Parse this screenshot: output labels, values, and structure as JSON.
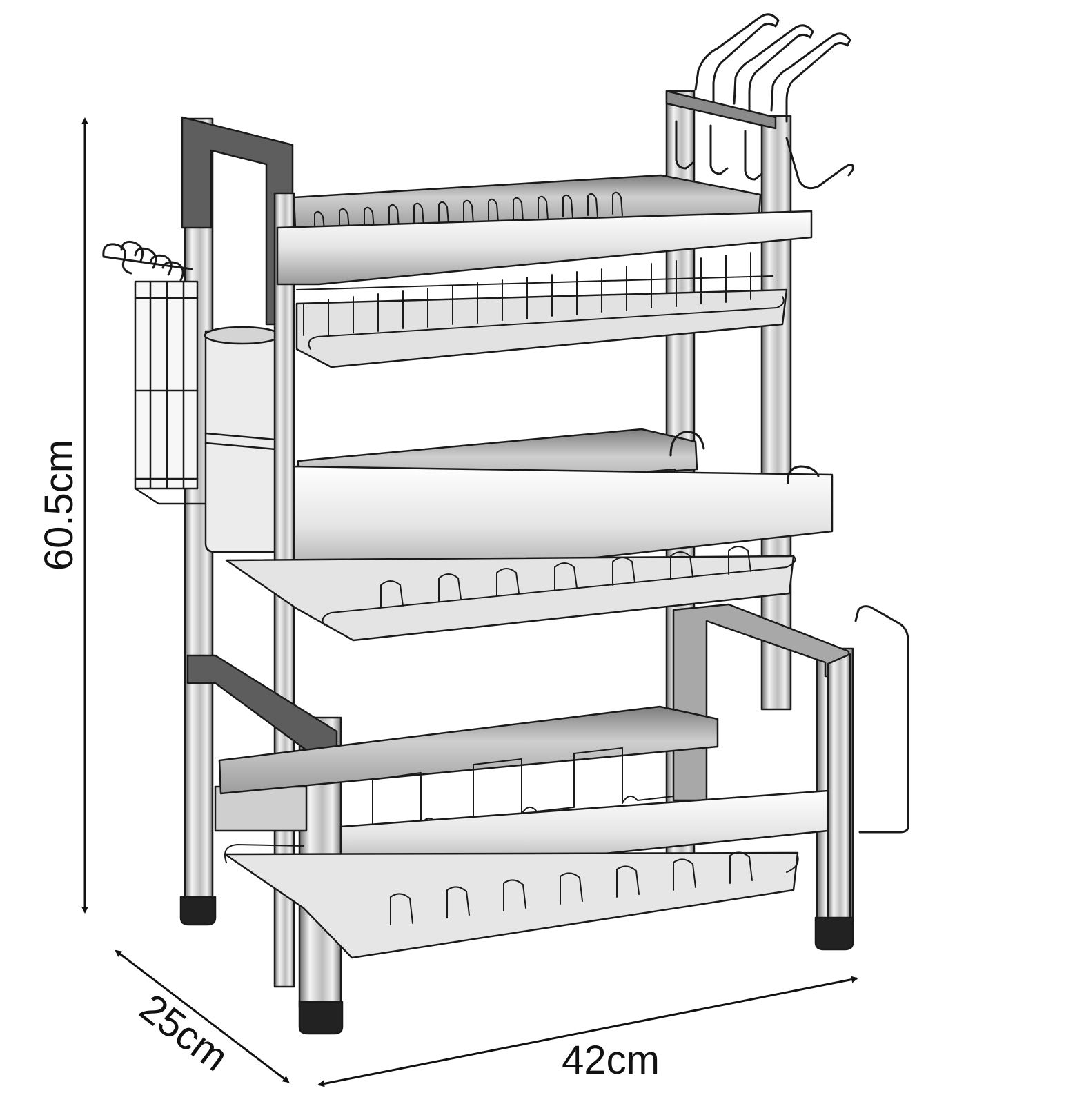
{
  "dimensions": {
    "height": {
      "label": "60.5cm",
      "value": 60.5,
      "unit": "cm"
    },
    "depth": {
      "label": "25cm",
      "value": 25,
      "unit": "cm"
    },
    "width": {
      "label": "42cm",
      "value": 42,
      "unit": "cm"
    }
  },
  "product": {
    "tiers": 3,
    "accessories": [
      "knife-holder",
      "cup-holder",
      "utensil-basket",
      "cutting-board-holder",
      "side-hooks"
    ]
  },
  "colors": {
    "line": "#1a1a1a",
    "steel_light": "#f2f2f2",
    "steel_mid": "#bdbdbd",
    "steel_dark": "#5a5a5a",
    "foot": "#222222",
    "tray": "#e6e6e6"
  }
}
